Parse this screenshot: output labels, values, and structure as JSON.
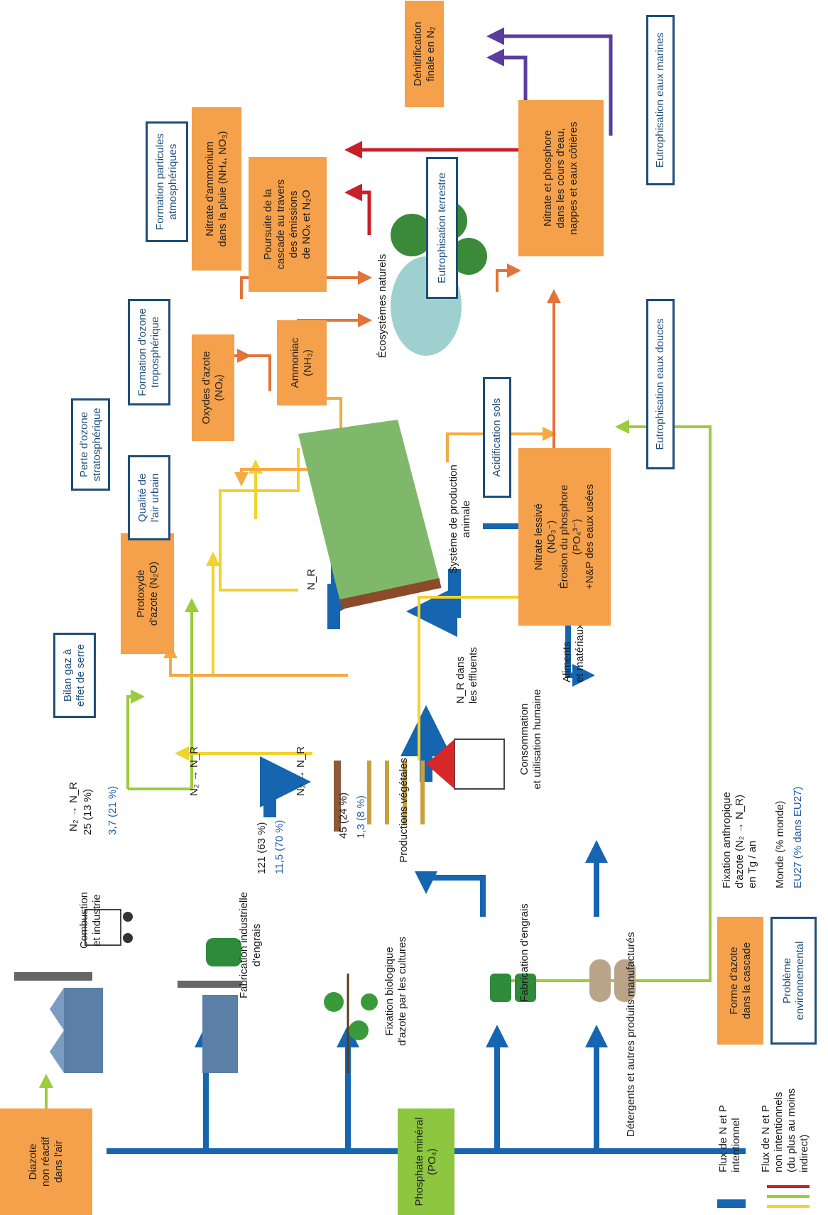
{
  "sources": {
    "air": "Diazote\nnon réactif\ndans l'air",
    "phosphate": "Phosphate minéral\n(PO₄)"
  },
  "processes": {
    "combustion": "Combustion\net industrie",
    "industrial_fert": "Fabrication industrielle\nd'engrais",
    "bio_fixation": "Fixation biologique\nd'azote par les cultures",
    "fert_making": "Fabrication d'engrais",
    "detergents": "Détergents et autres produits manufacturés"
  },
  "fixation": {
    "arrow_label": "N₂ → N_R",
    "combustion": {
      "world": "25 (13 %)",
      "eu": "3,7 (21 %)"
    },
    "industrial": {
      "world": "121 (63 %)",
      "eu": "11,5 (70 %)"
    },
    "biological": {
      "world": "45 (24 %)",
      "eu": "1,3 (8 %)"
    }
  },
  "nodes": {
    "crops": "Productions végétales",
    "livestock": "Système de production\nanimale",
    "human": "Consommation\net utilisation humaine",
    "natural": "Écosystèmes naturels",
    "nr_label": "N_R",
    "nr_effluents": "N_R dans\nles effluents",
    "food_materials": "Aliments\net matériaux"
  },
  "forms": {
    "n2o": "Protoxyde\nd'azote (N₂O)",
    "nox": "Oxydes d'azote\n(NOₓ)",
    "nh3": "Ammoniac\n(NH₃)",
    "rain": "Nitrate d'ammonium\ndans la pluie (NH₄, NO₃)",
    "cascade": "Poursuite de la\ncascade au travers\ndes émissions\nde NOₓ et N₂O",
    "denitrification": "Dénitrification\nfinale en N₂",
    "leached": "Nitrate lessivé\n(NO₃⁻)\nÉrosion du phosphore\n(PO₄³⁻)\n+N&P des eaux usées",
    "waters": "Nitrate et phosphore\ndans les cours d'eau,\nnappes et eaux côtières"
  },
  "problems": {
    "ghg": "Bilan gaz à\neffet de serre",
    "urban_air": "Qualité de\nl'air urbain",
    "strat_ozone": "Perte d'ozone\nstratosphérique",
    "trop_ozone": "Formation d'ozone\ntroposphérique",
    "particles": "Formation particules\natmosphériques",
    "terrestrial": "Eutrophisation terrestre",
    "soil_acid": "Acidification sols",
    "freshwater": "Eutrophisation eaux douces",
    "marine": "Eutrophisation eaux marines"
  },
  "legend": {
    "intentional": "Flux de N et P\nintentionnel",
    "unintentional": "Flux de N et P\nnon intentionnels\n(du plus au moins\nindirect)",
    "form": "Forme d'azote\ndans la cascade",
    "problem": "Problème\nenvironnemental",
    "fixation_title": "Fixation anthropique\nd'azote (N₂ → N_R)\nen Tg / an",
    "world": "Monde (% monde)",
    "eu": "EU27 (% dans EU27)"
  },
  "colors": {
    "intentional": "#1565b0",
    "yellow": "#f2d22e",
    "light_orange": "#f7a943",
    "dark_orange": "#e2743a",
    "green": "#9ccc3c",
    "red": "#c8202a",
    "purple": "#5a3d9e",
    "form_box": "#f5a04a",
    "problem_border": "#1f4e79"
  }
}
